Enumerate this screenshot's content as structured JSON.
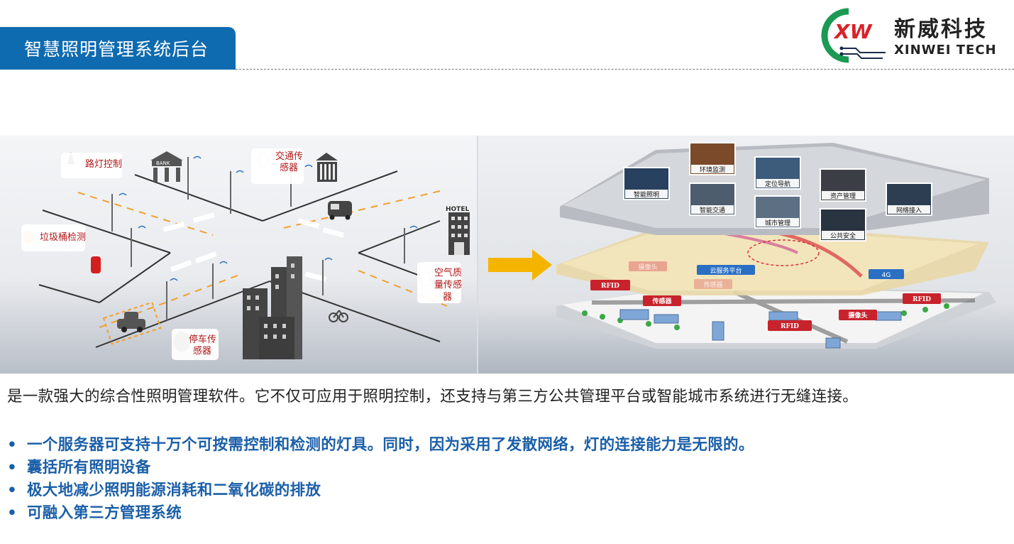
{
  "header": {
    "title": "智慧照明管理系统后台",
    "logo_cn": "新威科技",
    "logo_en": "XINWEI TECH",
    "logo_mark": "XW"
  },
  "figure": {
    "left": {
      "labels": {
        "street_light": "路灯控制",
        "trash": "垃圾桶检测",
        "traffic": [
          "交通传",
          "感器"
        ],
        "air": [
          "空气质",
          "量传感",
          "器"
        ],
        "parking": [
          "停车传",
          "感器"
        ]
      },
      "signs": {
        "bank": "BANK",
        "hotel": "HOTEL"
      }
    },
    "right": {
      "tiles": [
        "环境监测",
        "智能照明",
        "定位导航",
        "资产管理",
        "智能交通",
        "城市管理",
        "网络接入",
        "公共安全"
      ],
      "middle": {
        "cloud": "云服务平台",
        "net": "4G",
        "camera": "摄像头",
        "sensor": "传感器"
      },
      "bottom": {
        "rfid": "RFID",
        "sensor": "传感器",
        "camera": "摄像头"
      }
    }
  },
  "content": {
    "intro": "是一款强大的综合性照明管理软件。它不仅可应用于照明控制，还支持与第三方公共管理平台或智能城市系统进行无缝连接。",
    "bullet_mark": "•",
    "bullets": [
      "一个服务器可支持十万个可按需控制和检测的灯具。同时，因为采用了发散网络，灯的连接能力是无限的。",
      "囊括所有照明设备",
      "极大地减少照明能源消耗和二氧化碳的排放",
      "可融入第三方管理系统"
    ]
  },
  "colors": {
    "brand_blue": "#0f6bb0",
    "bullet_blue": "#1b5fa8",
    "label_red": "#b01818",
    "arrow": "#f5b400",
    "logo_red": "#d8232a"
  }
}
